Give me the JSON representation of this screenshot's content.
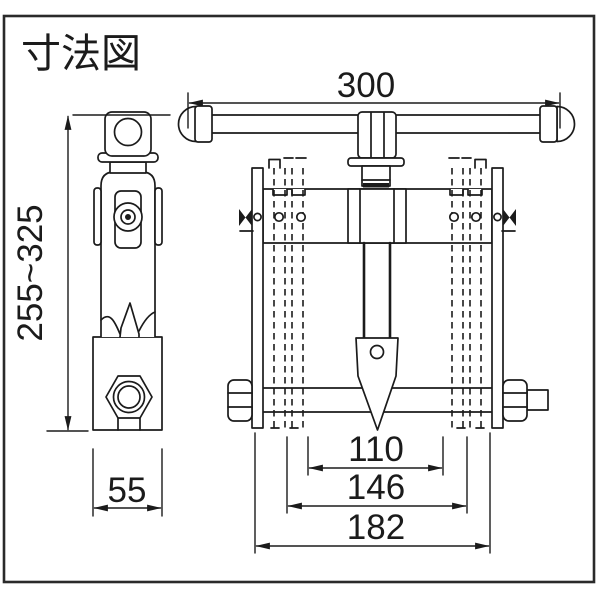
{
  "title": "寸法図",
  "colors": {
    "line": "#1b1b1b",
    "background": "#ffffff"
  },
  "dimensions": {
    "handle_length": "300",
    "overall_height": "255~325",
    "side_width": "55",
    "width_inner": "110",
    "width_middle": "146",
    "width_outer": "182"
  }
}
